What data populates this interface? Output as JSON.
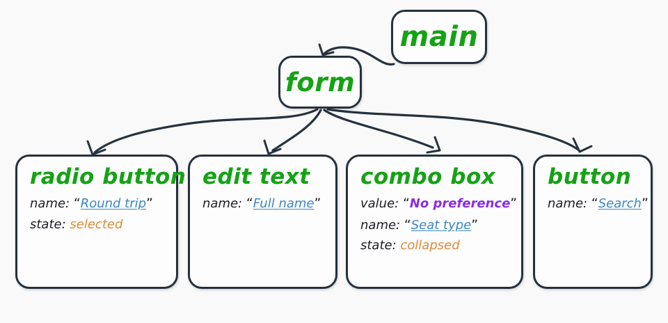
{
  "diagram": {
    "title": "accessibility-tree-fragment",
    "background_color": "#f9f9f9",
    "node_border_color": "#26313d",
    "node_title_color": "#15a215",
    "link_value_color": "#3d86c6",
    "state_value_color": "#e08a3c",
    "strong_value_color": "#8b2be2"
  },
  "nodes": {
    "main": {
      "title": "main"
    },
    "form": {
      "title": "form"
    },
    "radio_button": {
      "title": "radio button",
      "props": [
        {
          "key": "name:",
          "value": "Round trip",
          "quoted": true,
          "style": "link"
        },
        {
          "key": "state:",
          "value": "selected",
          "quoted": false,
          "style": "state"
        }
      ]
    },
    "edit_text": {
      "title": "edit text",
      "props": [
        {
          "key": "name:",
          "value": "Full name",
          "quoted": true,
          "style": "link"
        }
      ]
    },
    "combo_box": {
      "title": "combo box",
      "props": [
        {
          "key": "value:",
          "value": "No preference",
          "quoted": true,
          "style": "strong"
        },
        {
          "key": "name:",
          "value": "Seat type",
          "quoted": true,
          "style": "link"
        },
        {
          "key": "state:",
          "value": "collapsed",
          "quoted": false,
          "style": "state"
        }
      ]
    },
    "button": {
      "title": "button",
      "props": [
        {
          "key": "name:",
          "value": "Search",
          "quoted": true,
          "style": "link"
        }
      ]
    }
  },
  "quotes": {
    "open": "“",
    "close": "”"
  },
  "edges": [
    {
      "from": "main",
      "to": "form"
    },
    {
      "from": "form",
      "to": "radio button"
    },
    {
      "from": "form",
      "to": "edit text"
    },
    {
      "from": "form",
      "to": "combo box"
    },
    {
      "from": "form",
      "to": "button"
    }
  ]
}
